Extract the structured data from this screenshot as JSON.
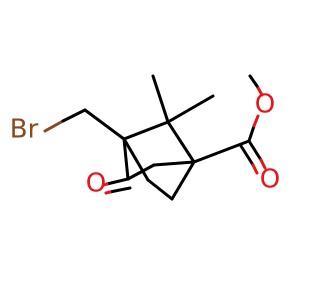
{
  "molecule": {
    "atoms": {
      "bromine": {
        "label": "Br",
        "color": "#8b4a1e"
      },
      "ketone_oxygen": {
        "label": "O",
        "color": "#e8141a"
      },
      "ester_carbonyl_oxygen": {
        "label": "O",
        "color": "#e8141a"
      },
      "ester_ether_oxygen": {
        "label": "O",
        "color": "#e8141a"
      }
    },
    "colors": {
      "carbon_bond": "#000000",
      "bromine": "#8b4a1e",
      "oxygen": "#e8141a"
    }
  }
}
